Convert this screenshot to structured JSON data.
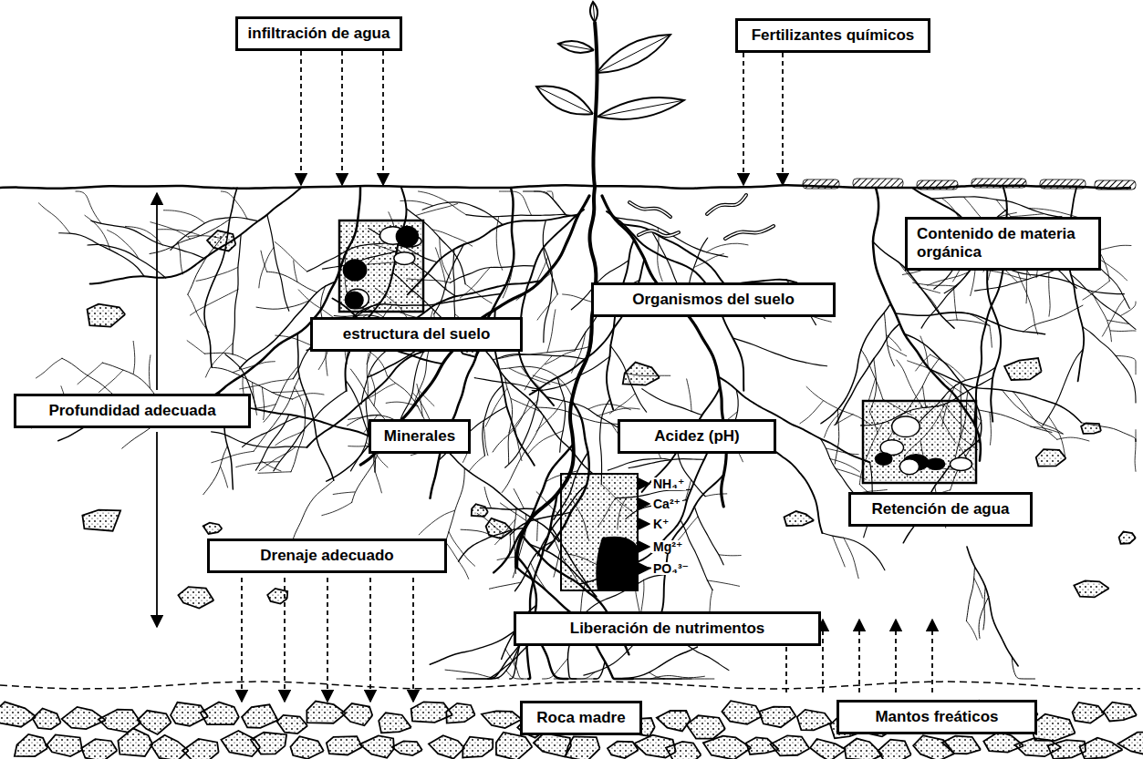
{
  "diagram": {
    "nodes": [
      {
        "text": [
          "infiltración de agua"
        ]
      },
      {
        "text": [
          "Fertilizantes químicos"
        ]
      },
      {
        "text": [
          "Contenido de materia orgánica"
        ]
      },
      {
        "text": [
          "Organismos del suelo"
        ]
      },
      {
        "text": [
          "estructura del suelo"
        ]
      },
      {
        "text": [
          "Profundidad adecuada"
        ]
      },
      {
        "text": [
          "Minerales"
        ]
      },
      {
        "text": [
          "Acidez (pH)"
        ]
      },
      {
        "text": [
          "Retención de agua"
        ]
      },
      {
        "text": [
          "Drenaje adecuado"
        ]
      },
      {
        "text": [
          "Liberación de nutrimentos"
        ]
      },
      {
        "text": [
          "Roca madre"
        ]
      },
      {
        "text": [
          "Mantos freáticos"
        ]
      }
    ],
    "labels": [
      "NH₄⁺",
      "Ca²⁺",
      "K⁺",
      "Mg²⁺",
      "PO₄³⁻"
    ]
  }
}
